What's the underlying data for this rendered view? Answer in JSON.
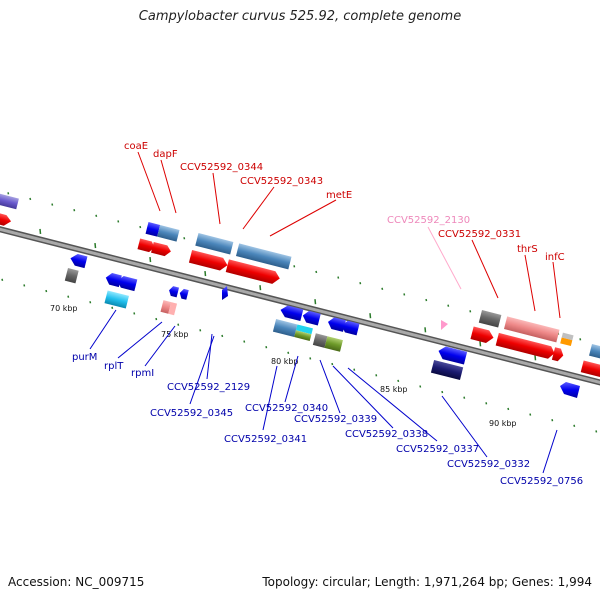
{
  "title": "Campylobacter curvus 525.92, complete genome",
  "footer": {
    "accession": "Accession: NC_009715",
    "summary": "Topology: circular; Length: 1,971,264 bp; Genes: 1,994"
  },
  "colors": {
    "forward_label": "#cc0000",
    "reverse_label": "#0000aa",
    "pink_label": "#ee88bb",
    "backbone": "#8a8a8a",
    "tick": "#2a7a2a"
  },
  "kbp_ticks": [
    "70 kbp",
    "75 kbp",
    "80 kbp",
    "85 kbp",
    "90 kbp"
  ],
  "forward_labels": [
    "coaE",
    "dapF",
    "CCV52592_0344",
    "CCV52592_0343",
    "metE",
    "CCV52592_2130",
    "CCV52592_0331",
    "thrS",
    "infC"
  ],
  "reverse_labels": [
    "purM",
    "rplT",
    "rpmI",
    "CCV52592_2129",
    "CCV52592_0345",
    "CCV52592_0340",
    "CCV52592_0341",
    "CCV52592_0339",
    "CCV52592_0338",
    "CCV52592_0337",
    "CCV52592_0332",
    "CCV52592_0756"
  ]
}
